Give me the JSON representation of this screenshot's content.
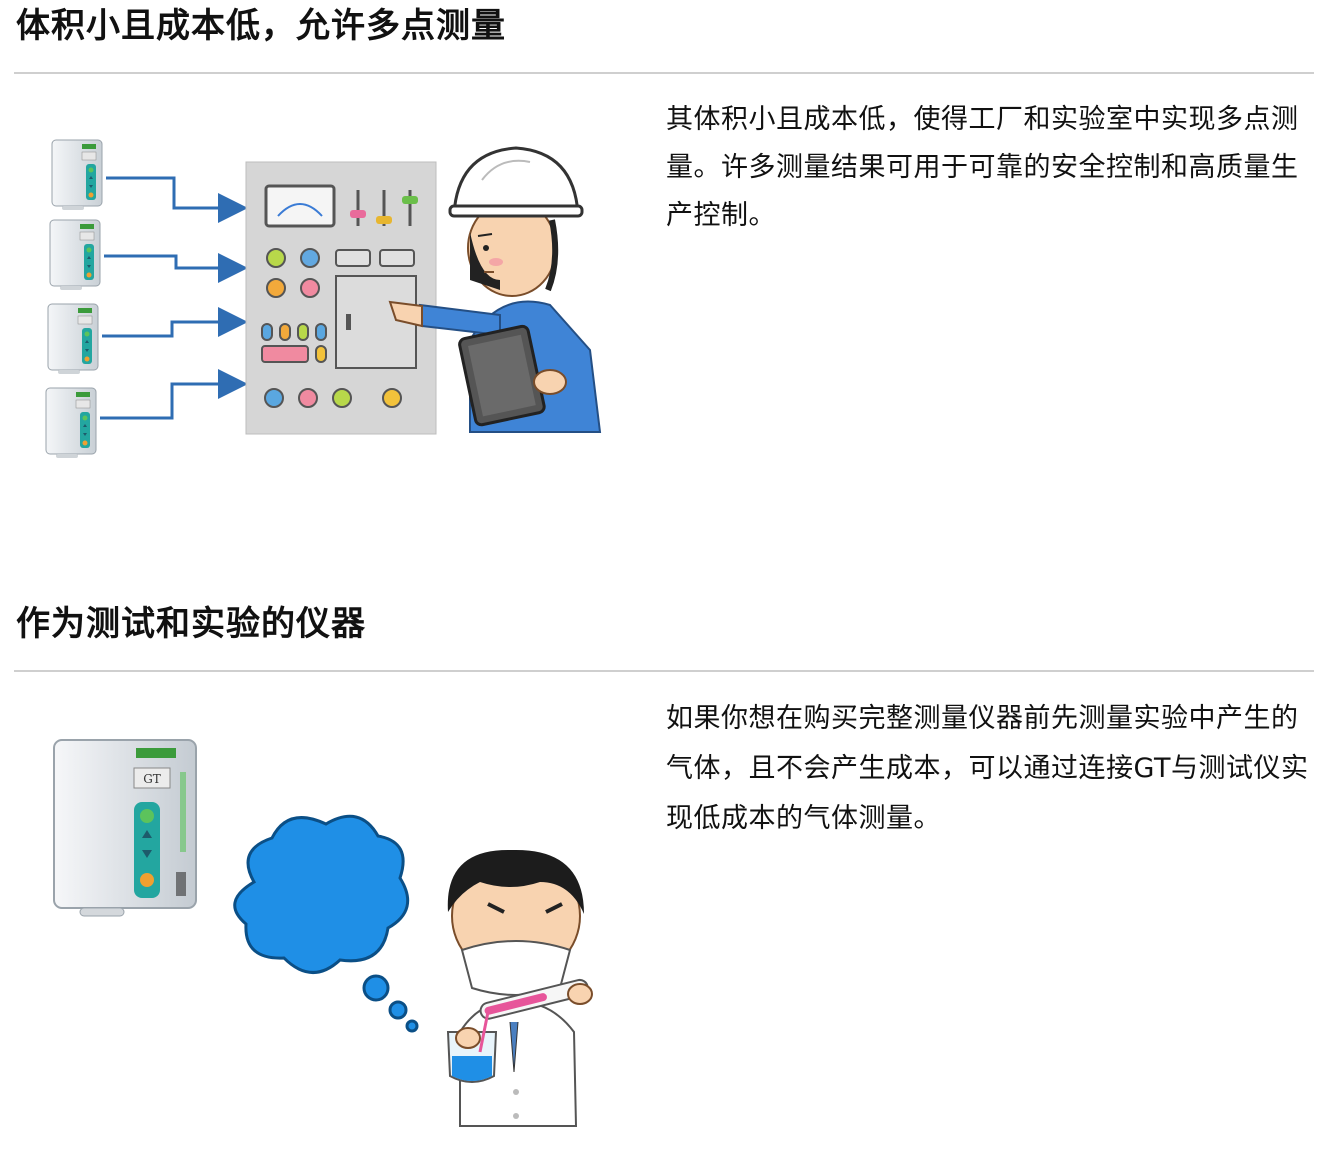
{
  "sections": [
    {
      "title": "体积小且成本低，允许多点测量",
      "paragraph": "其体积小且成本低，使得工厂和实验室中实现多点测量。许多测量结果可用于可靠的安全控制和高质量生产控制。",
      "illustration": {
        "device_icon": "gas-detector-icon",
        "panel_icon": "control-panel-icon",
        "worker_icon": "engineer-helmet-icon",
        "device_count": 4,
        "arrow_color": "#2f6db3"
      }
    },
    {
      "title": "作为测试和实验的仪器",
      "paragraph": "如果你想在购买完整测量仪器前先测量实验中产生的气体，且不会产生成本，可以通过连接GT与测试仪实现低成本的气体测量。",
      "illustration": {
        "device_icon": "gas-detector-icon",
        "cloud_icon": "gas-cloud-icon",
        "scientist_icon": "scientist-masked-icon",
        "cloud_color": "#1f8fe6"
      }
    }
  ],
  "colors": {
    "rule": "#cfcfcf",
    "text": "#111111",
    "device_teal": "#23a6a0",
    "device_body": "#e9ecef"
  }
}
